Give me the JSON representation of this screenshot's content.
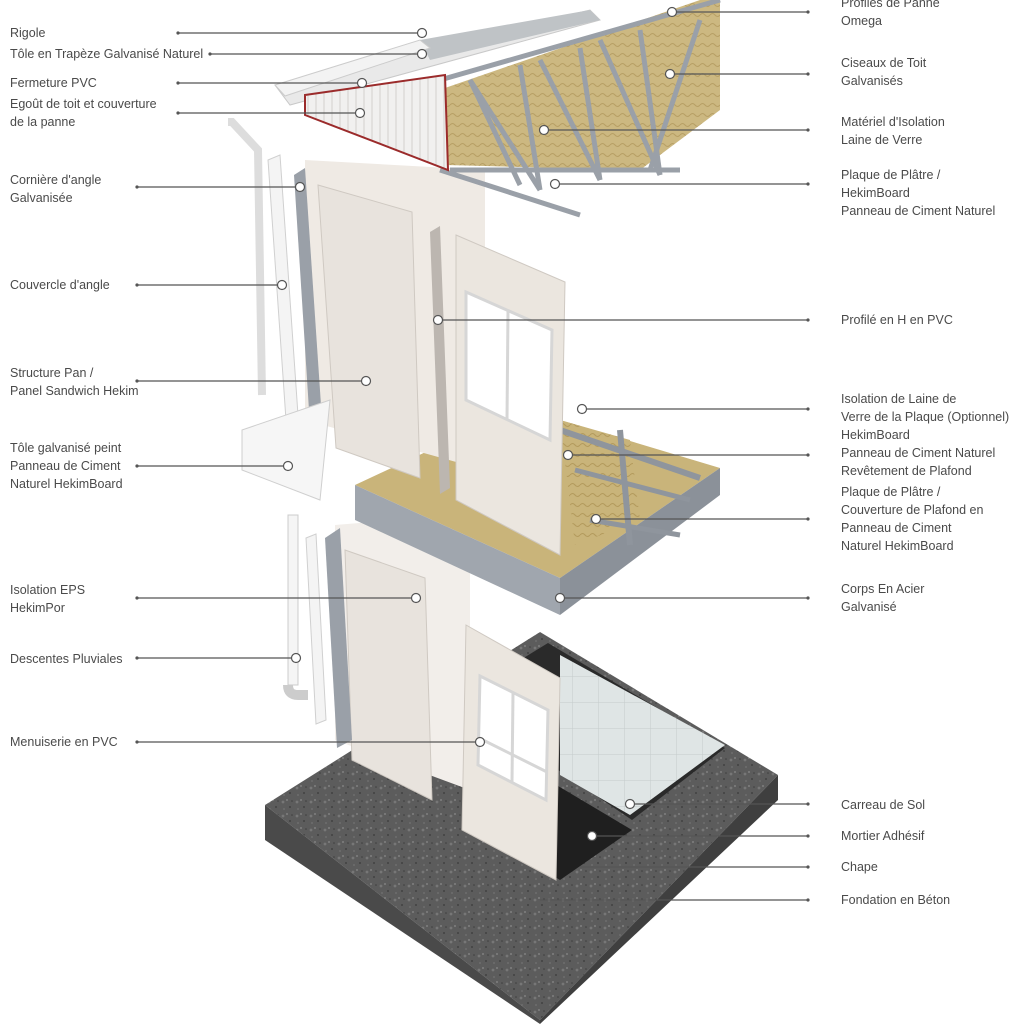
{
  "labels": {
    "left": [
      {
        "id": "rigole",
        "lines": [
          "Rigole"
        ]
      },
      {
        "id": "tole-trapeze",
        "lines": [
          "Tôle en Trapèze Galvanisé Naturel"
        ]
      },
      {
        "id": "fermeture-pvc",
        "lines": [
          "Fermeture PVC"
        ]
      },
      {
        "id": "egout-toit",
        "lines": [
          "Egoût de toit et couverture",
          "de la panne"
        ]
      },
      {
        "id": "corniere-angle",
        "lines": [
          "Cornière d'angle",
          "Galvanisée"
        ]
      },
      {
        "id": "couvercle-angle",
        "lines": [
          "Couvercle d'angle"
        ]
      },
      {
        "id": "structure-pan",
        "lines": [
          "Structure Pan /",
          "Panel Sandwich Hekim"
        ]
      },
      {
        "id": "tole-galvanise-peint",
        "lines": [
          "Tôle galvanisé peint",
          "Panneau de Ciment",
          "Naturel HekimBoard"
        ]
      },
      {
        "id": "isolation-eps",
        "lines": [
          "Isolation EPS",
          "HekimPor"
        ]
      },
      {
        "id": "descentes-pluviales",
        "lines": [
          "Descentes Pluviales"
        ]
      },
      {
        "id": "menuiserie-pvc",
        "lines": [
          "Menuiserie en PVC"
        ]
      }
    ],
    "right": [
      {
        "id": "profiles-panne",
        "lines": [
          "Profilés de Panne",
          "Omega"
        ]
      },
      {
        "id": "ciseaux-toit",
        "lines": [
          "Ciseaux de Toit",
          "Galvanisés"
        ]
      },
      {
        "id": "materiel-isolation",
        "lines": [
          "Matériel d'Isolation",
          "Laine de Verre"
        ]
      },
      {
        "id": "plaque-platre-1",
        "lines": [
          "Plaque de Plâtre /",
          "HekimBoard",
          "Panneau de Ciment Naturel"
        ]
      },
      {
        "id": "profile-h",
        "lines": [
          "Profilé en H en PVC"
        ]
      },
      {
        "id": "isolation-laine",
        "lines": [
          "Isolation de Laine de",
          "Verre de la Plaque (Optionnel)",
          "HekimBoard",
          "Panneau de Ciment Naturel",
          "Revêtement de Plafond"
        ]
      },
      {
        "id": "plaque-platre-2",
        "lines": [
          "Plaque de Plâtre /",
          "Couverture de Plafond en",
          "Panneau de Ciment",
          "Naturel HekimBoard"
        ]
      },
      {
        "id": "corps-acier",
        "lines": [
          "Corps En Acier",
          "Galvanisé"
        ]
      },
      {
        "id": "carreau-sol",
        "lines": [
          "Carreau de Sol"
        ]
      },
      {
        "id": "mortier-adhesif",
        "lines": [
          "Mortier Adhésif"
        ]
      },
      {
        "id": "chape",
        "lines": [
          "Chape"
        ]
      },
      {
        "id": "fondation-beton",
        "lines": [
          "Fondation en Béton"
        ]
      }
    ]
  },
  "colors": {
    "label_text": "#4a4a4a",
    "leader_line": "#555555",
    "panel": "#e7e2dc",
    "steel": "#9aa0a8",
    "insulation": "#c9b47a",
    "concrete": "#5c5c5c",
    "tile": "#dde3e3",
    "roof_edge": "#9b2b2b"
  }
}
